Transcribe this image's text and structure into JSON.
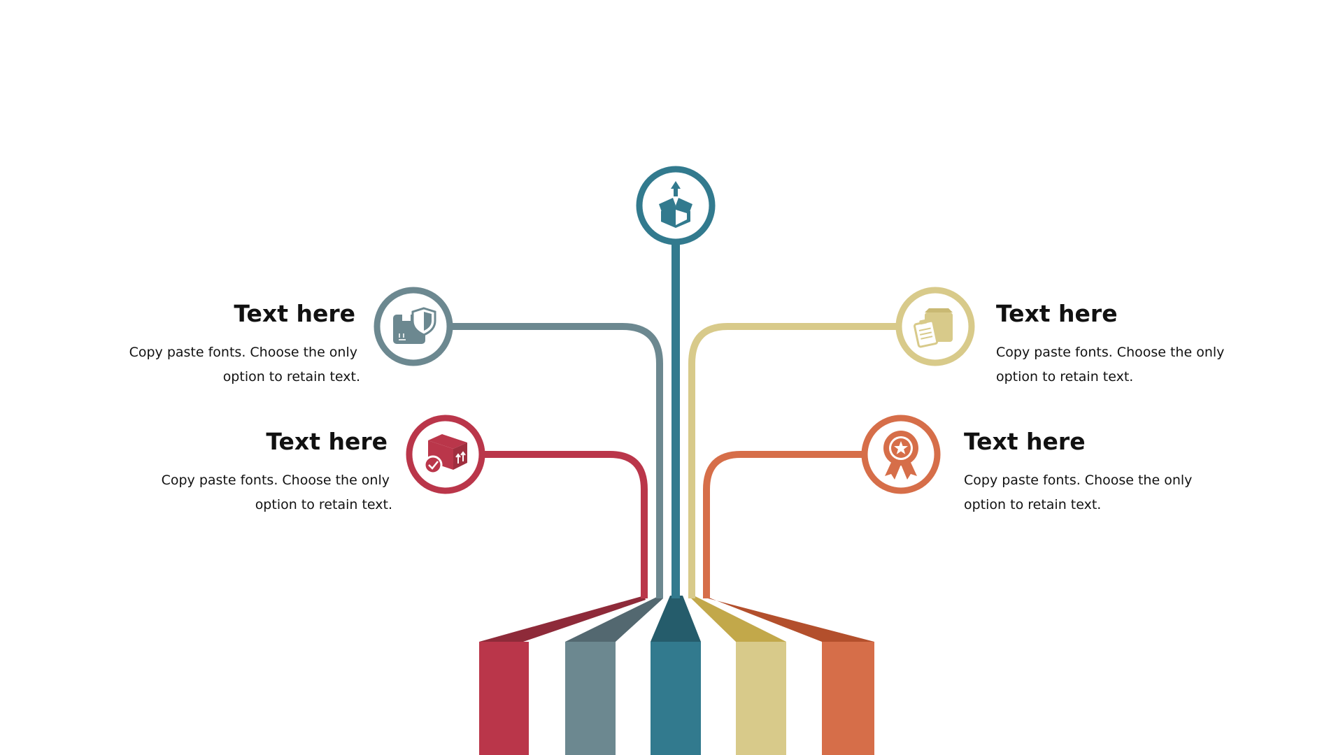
{
  "colors": {
    "red": "#BA364A",
    "gray": "#6C8890",
    "teal": "#327A8E",
    "yellow": "#D8CA8A",
    "orange": "#D66E49",
    "red_dark": "#8E2A39",
    "gray_dark": "#536870",
    "teal_dark": "#255C6B",
    "yellow_dark": "#C2A84A",
    "orange_dark": "#B34F2C"
  },
  "items": [
    {
      "key": "gray",
      "title": "Text here",
      "desc_line1": "Copy paste fonts. Choose the only",
      "desc_line2": "option to retain text.",
      "icon": "shield-box-icon"
    },
    {
      "key": "red",
      "title": "Text here",
      "desc_line1": "Copy paste fonts. Choose the only",
      "desc_line2": "option to retain text.",
      "icon": "package-check-icon"
    },
    {
      "key": "yellow",
      "title": "Text here",
      "desc_line1": "Copy paste fonts. Choose the only",
      "desc_line2": "option to retain text.",
      "icon": "clipboard-box-icon"
    },
    {
      "key": "orange",
      "title": "Text here",
      "desc_line1": "Copy paste fonts. Choose the only",
      "desc_line2": "option to retain text.",
      "icon": "award-ribbon-icon"
    }
  ],
  "top_icon": "open-box-upload-icon"
}
